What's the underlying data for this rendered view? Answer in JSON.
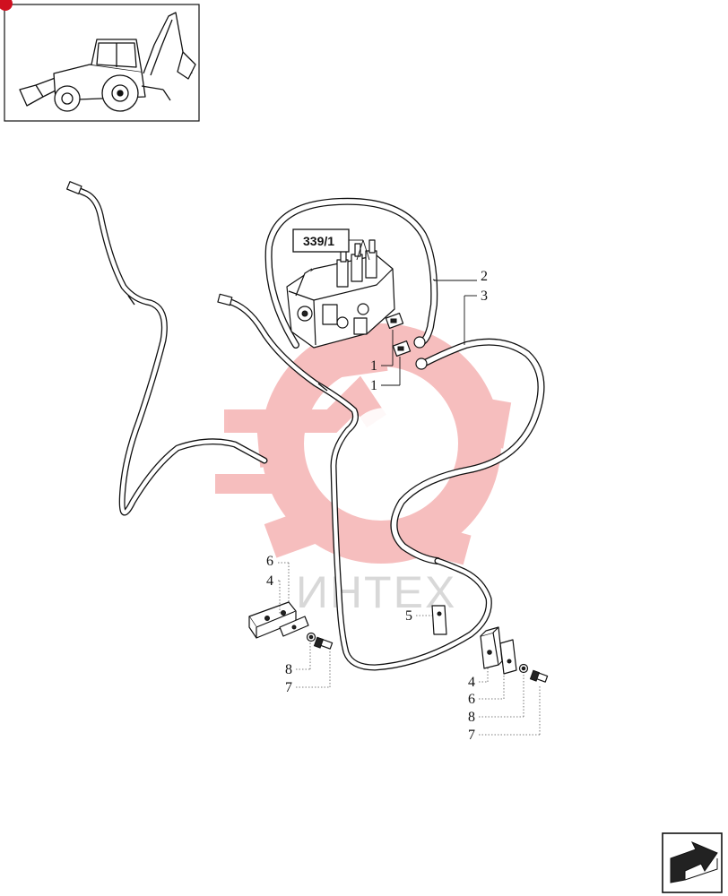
{
  "diagram": {
    "reference_label": "339/1",
    "callouts": {
      "c1a": "1",
      "c1b": "1",
      "c2": "2",
      "c3": "3",
      "c4a": "4",
      "c4b": "4",
      "c5": "5",
      "c6a": "6",
      "c6b": "6",
      "c7a": "7",
      "c7b": "7",
      "c8a": "8",
      "c8b": "8"
    },
    "watermark_text": "ИНТЕХ"
  },
  "colors": {
    "line": "#111111",
    "watermark_red": "#f4a0a0",
    "watermark_gray": "#d8d8d8",
    "badge_red": "#d01020"
  },
  "icons": {
    "thumbnail": "backhoe-loader-icon",
    "next_page": "next-page-arrow-icon"
  }
}
